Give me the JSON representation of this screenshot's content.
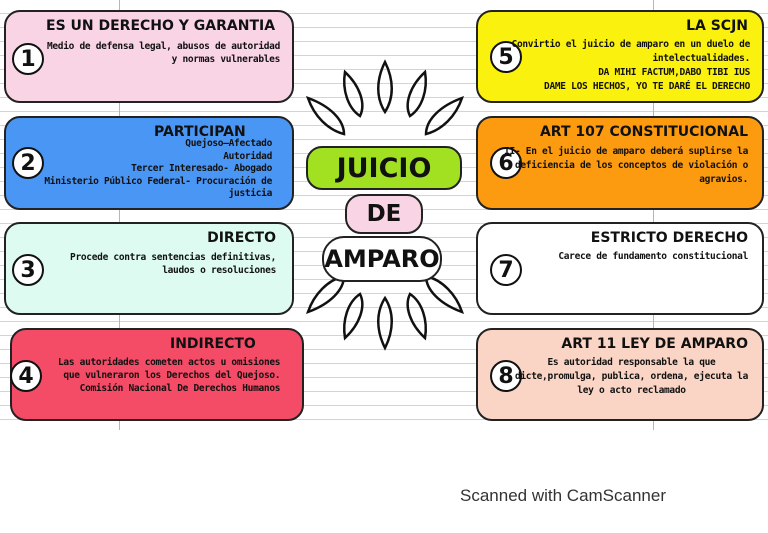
{
  "colors": {
    "box1": "#f9d4e5",
    "box2": "#4a96f4",
    "box3": "#ddfbf1",
    "box4": "#f44b67",
    "box5": "#fbf10e",
    "box6": "#fc9b0f",
    "box7": "#ffffff",
    "box8": "#fad5c5",
    "center_title": "#a2e022",
    "center_de": "#f9d4e5",
    "center_amparo": "#ffffff"
  },
  "center": {
    "line1": "JUICIO",
    "line2": "DE",
    "line3": "AMPARO"
  },
  "boxes": [
    {
      "number": "1",
      "title": "ES UN DERECHO Y GARANTIA",
      "text": "Medio de defensa legal, abusos de autoridad\ny normas vulnerables"
    },
    {
      "number": "2",
      "title": "PARTICIPAN",
      "text": "Quejoso—Afectado\nAutoridad\nTercer Interesado- Abogado\nMinisterio Público Federal- Procuración de\njusticia"
    },
    {
      "number": "3",
      "title": "DIRECTO",
      "text": "Procede contra sentencias definitivas,\nlaudos o resoluciones"
    },
    {
      "number": "4",
      "title": "INDIRECTO",
      "text": "Las autoridades cometen actos u omisiones\nque vulneraron los Derechos del Quejoso.\nComisión Nacional De Derechos Humanos"
    },
    {
      "number": "5",
      "title": "LA SCJN",
      "text": "Convirtio el juicio de amparo en un duelo de\nintelectualidades.\nDA MIHI FACTUM,DABO TIBI IUS\nDAME LOS HECHOS, YO TE DARÉ EL DERECHO"
    },
    {
      "number": "6",
      "title": "ART 107 CONSTITUCIONAL",
      "text": "II- En el juicio de amparo deberá suplirse la\ndeficiencia de los conceptos de violación o\nagravios."
    },
    {
      "number": "7",
      "title": "ESTRICTO DERECHO",
      "text": "Carece de fundamento constitucional"
    },
    {
      "number": "8",
      "title": "ART 11 LEY DE AMPARO",
      "text": "Es autoridad responsable la que\ndicte,promulga, publica, ordena, ejecuta la\nley o acto reclamado"
    }
  ],
  "footer": "Scanned with CamScanner"
}
